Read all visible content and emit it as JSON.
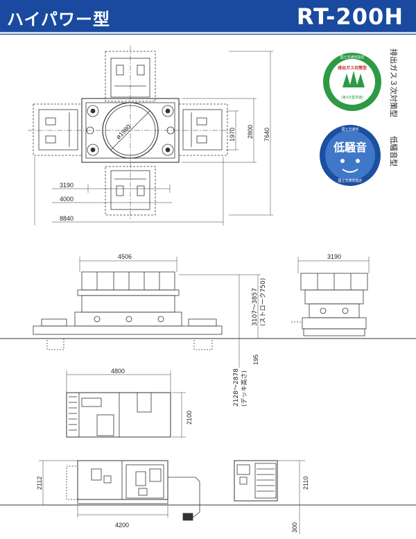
{
  "header": {
    "title_jp": "ハイパワー型",
    "model": "RT-200H"
  },
  "colors": {
    "header_bg": "#1a4aa0",
    "badge_green": "#2f9a45",
    "badge_blue": "#1b4fa0",
    "line": "#333333"
  },
  "top_view": {
    "diameter": "ø1980",
    "dims": {
      "d3190": "3190",
      "d4000": "4000",
      "d8840": "8840",
      "d1970": "1970",
      "d2800": "2800",
      "d7640": "7640"
    }
  },
  "badges": {
    "emission": {
      "label": "排出ガス３次対策型",
      "mark_top": "国土交通省指定",
      "mark_center": "排出ガス対策型",
      "mark_bottom": "(第3次基準値)",
      "icon": "tree-emission-badge-icon"
    },
    "noise": {
      "label": "低騒音型",
      "mark_top": "国土交通省",
      "mark_center": "低騒音",
      "mark_bottom": "国土交通省指定",
      "icon": "noise-face-badge-icon"
    }
  },
  "side_view": {
    "width": "4506",
    "stroke": "3107～3857",
    "stroke_note": "(ストローク750)",
    "deck": "2128～2878",
    "deck_note": "(デッキ高さ)",
    "d195": "195"
  },
  "end_view": {
    "width": "3190"
  },
  "power_top": {
    "length": "4800",
    "depth": "2100"
  },
  "power_side": {
    "height": "2112",
    "length": "4200",
    "height_right": "2110",
    "d300": "300"
  }
}
